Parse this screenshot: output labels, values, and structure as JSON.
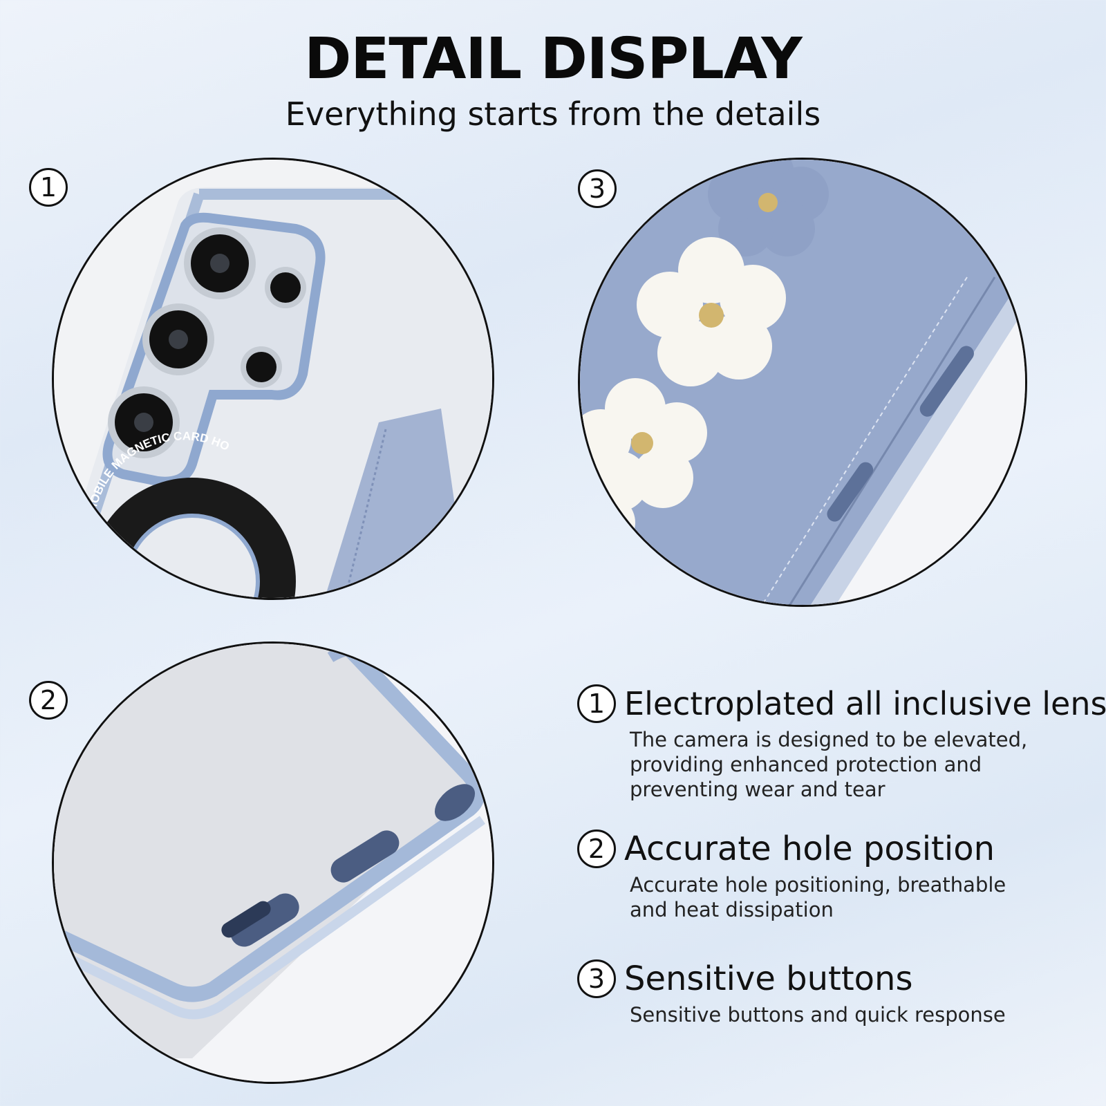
{
  "header": {
    "title": "DETAIL DISPLAY",
    "subtitle": "Everything starts from the details"
  },
  "markers": {
    "one": "1",
    "two": "2",
    "three": "3"
  },
  "lens_image": {
    "ring_text": "WITH MOBILE MAGNETIC CARD HO"
  },
  "features": [
    {
      "number": "1",
      "title": "Electroplated all inclusive lens",
      "description": "The camera is designed to be elevated, providing enhanced protection and preventing wear and tear"
    },
    {
      "number": "2",
      "title": "Accurate hole position",
      "description": "Accurate hole positioning, breathable and heat dissipation"
    },
    {
      "number": "3",
      "title": "Sensitive buttons",
      "description": "Sensitive buttons and quick response"
    }
  ],
  "colors": {
    "case_blue": "#a9bcd9",
    "chrome_blue": "#8fa8cf",
    "leather_blue": "#97a9cc",
    "flower_white": "#f8f6f0",
    "rivet_gold": "#d2b66f"
  }
}
